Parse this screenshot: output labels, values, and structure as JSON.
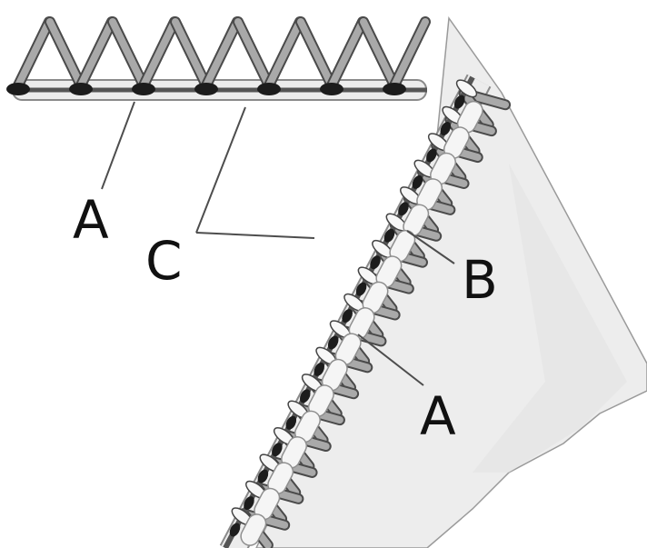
{
  "diagram": {
    "labels": {
      "A_top": "A",
      "C": "C",
      "B": "B",
      "A_diag": "A"
    },
    "colors": {
      "background": "#ffffff",
      "fabric": "#ededed",
      "fabric_shadow": "#dcdcdc",
      "stitch_fill": "#a9a9a9",
      "stitch_stroke": "#4a4a4a",
      "knot": "#1c1c1c",
      "loop_fill": "#f7f7f7",
      "leader_line": "#4d4d4d"
    },
    "icons": [
      "stitch-diagram"
    ]
  }
}
